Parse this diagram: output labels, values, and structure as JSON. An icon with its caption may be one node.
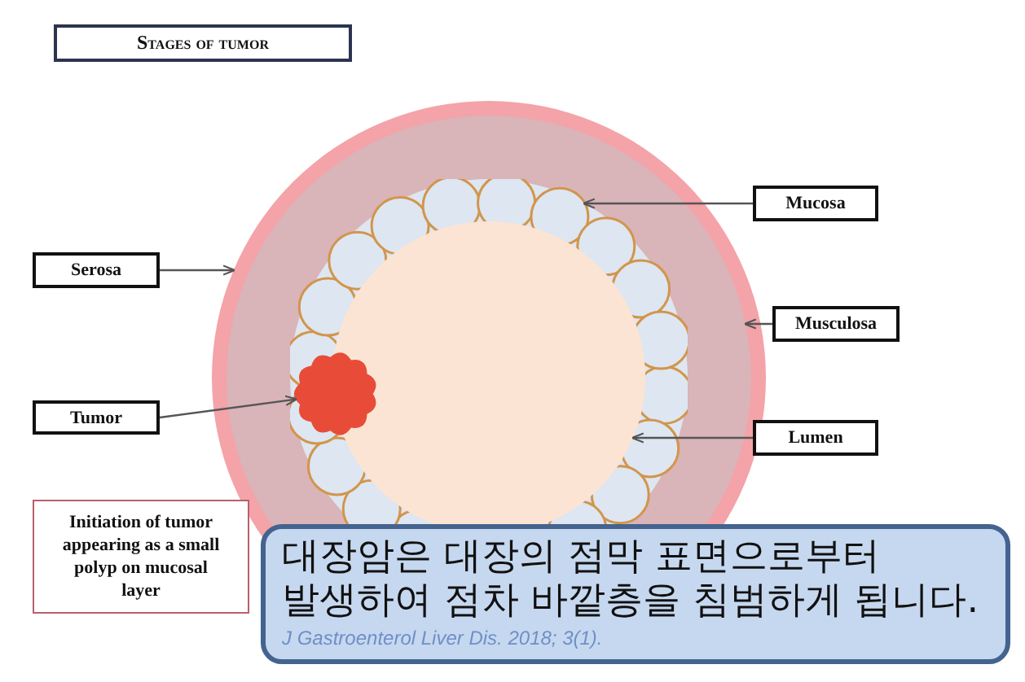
{
  "diagram": {
    "title": "Stages of tumor",
    "nodes": [
      {
        "text": [
          "Serosa"
        ]
      },
      {
        "text": [
          "Mucosa"
        ]
      },
      {
        "text": [
          "Musculosa"
        ]
      },
      {
        "text": [
          "Tumor"
        ]
      },
      {
        "text": [
          "Lumen"
        ]
      },
      {
        "text": [
          "Initiation of tumor appearing as a small polyp on mucosal layer"
        ]
      },
      {
        "text": [
          "대장암은 대장의 점막 표면으로부터 발생하여 점차 바깥층을 침범하게 됩니다.",
          "J Gastroenterol Liver Dis. 2018; 3(1)."
        ]
      },
      {
        "text": [],
        "shape": "circle"
      },
      {
        "text": [],
        "shape": "circle",
        "in": 7
      },
      {
        "text": [],
        "shape": "circle",
        "in": 8
      },
      {
        "text": [],
        "shape": "circle",
        "in": 9
      },
      {
        "text": [],
        "shape": "cloud",
        "in": 9
      }
    ],
    "edges": [
      {
        "from": 0,
        "to": 7,
        "arrow": "to"
      },
      {
        "from": 1,
        "to": 9,
        "arrow": "to"
      },
      {
        "from": 2,
        "to": 8,
        "arrow": "to"
      },
      {
        "from": 3,
        "to": 11,
        "arrow": "to"
      },
      {
        "from": 4,
        "to": 10,
        "arrow": "to"
      }
    ]
  }
}
